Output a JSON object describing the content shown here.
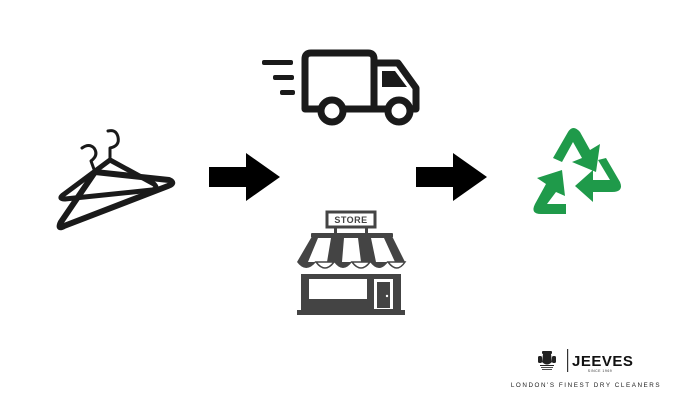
{
  "flow": {
    "icons": {
      "hangers": "clothes-hanger-icon",
      "truck": "delivery-truck-icon",
      "store": "storefront-icon",
      "recycle": "recycle-icon",
      "arrow": "right-arrow-icon"
    },
    "store_sign": "STORE"
  },
  "brand": {
    "name": "JEEVES",
    "since": "SINCE 1969",
    "tagline": "LONDON'S FINEST DRY CLEANERS"
  },
  "colors": {
    "icon_dark": "#1a1a1a",
    "store_gray": "#444444",
    "recycle_green": "#1f9a4a",
    "background": "#ffffff"
  }
}
